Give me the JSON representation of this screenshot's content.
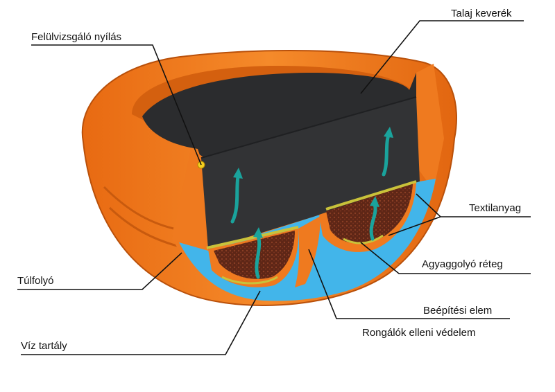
{
  "labels": {
    "inspection_opening": "Felülvizsgáló nyílás",
    "soil_mixture": "Talaj keverék",
    "textile": "Textilanyag",
    "clay_ball_layer": "Agyaggolyó réteg",
    "overflow": "Túlfolyó",
    "installation_element": "Beépítési elem",
    "vandal_protection": "Rongálók elleni védelem",
    "water_tank": "Víz tartály"
  },
  "colors": {
    "pot_orange": "#f07a1c",
    "pot_dark": "#c2560c",
    "soil": "#2e2f31",
    "clay": "#6b2c1a",
    "water": "#42b5ea",
    "textile": "#c9c23a",
    "arrow": "#1aa39c",
    "leader": "#111111"
  }
}
